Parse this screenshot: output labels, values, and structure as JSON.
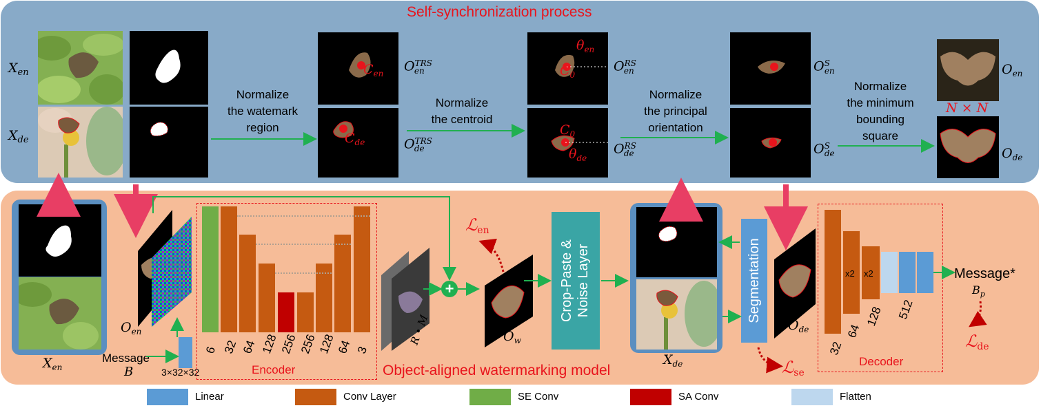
{
  "top": {
    "title": "Self-synchronization process",
    "labels": {
      "x_en": "X",
      "x_en_sub": "en",
      "x_de": "X",
      "x_de_sub": "de",
      "o_trs_en": "O",
      "o_trs_en_sup": "TRS",
      "o_trs_en_sub": "en",
      "o_trs_de": "O",
      "o_trs_de_sup": "TRS",
      "o_trs_de_sub": "de",
      "o_rs_en": "O",
      "o_rs_en_sup": "RS",
      "o_rs_en_sub": "en",
      "o_rs_de": "O",
      "o_rs_de_sup": "RS",
      "o_rs_de_sub": "de",
      "o_s_en": "O",
      "o_s_en_sup": "S",
      "o_s_en_sub": "en",
      "o_s_de": "O",
      "o_s_de_sup": "S",
      "o_s_de_sub": "de",
      "o_en": "O",
      "o_en_sub": "en",
      "o_de": "O",
      "o_de_sub": "de",
      "n_by_n": "N × N",
      "c_en": "C",
      "c_en_sub": "en",
      "c_de": "C",
      "c_de_sub": "de",
      "c0_en": "C",
      "c0_en_sub": "0",
      "c0_de": "C",
      "c0_de_sub": "0",
      "phi_en": "θ",
      "phi_en_sub": "en",
      "phi_de": "θ",
      "phi_de_sub": "de"
    },
    "steps": [
      [
        "Normalize",
        "the watemark",
        "region"
      ],
      [
        "Normalize",
        "the centroid"
      ],
      [
        "Normalize",
        "the principal",
        "orientation"
      ],
      [
        "Normalize",
        "the minimum",
        "bounding",
        "square"
      ]
    ]
  },
  "bottom": {
    "title": "Object-aligned watermarking model",
    "encoder_label": "Encoder",
    "decoder_label": "Decoder",
    "encoder_channels": [
      "6",
      "32",
      "64",
      "128",
      "256",
      "256",
      "128",
      "64",
      "3"
    ],
    "decoder_channels": [
      "32",
      "64",
      "128",
      "512"
    ],
    "decoder_x2": [
      "x2",
      "x2"
    ],
    "message_label": "Message",
    "message_symbol": "B",
    "message_size": "3×32×32",
    "message_out": "Message*",
    "message_out_symbol": "B",
    "message_out_symbol_sub": "p",
    "crop_paste": [
      "Crop-Paste &",
      "Noise Layer"
    ],
    "segmentation": "Segmentation",
    "r_m": "R • M",
    "o_en": "O",
    "o_en_sub": "en",
    "o_w": "O",
    "o_w_sub": "w",
    "o_de": "O",
    "o_de_sub": "de",
    "x_en": "X",
    "x_en_sub": "en",
    "x_de": "X",
    "x_de_sub": "de",
    "loss_en": "ℒ",
    "loss_en_sub": "en",
    "loss_se": "ℒ",
    "loss_se_sub": "se",
    "loss_de": "ℒ",
    "loss_de_sub": "de"
  },
  "legend": [
    {
      "label": "Linear",
      "color": "#5b9bd5"
    },
    {
      "label": "Conv Layer",
      "color": "#c55a11"
    },
    {
      "label": "SE Conv",
      "color": "#70ad47"
    },
    {
      "label": "SA Conv",
      "color": "#c00000"
    },
    {
      "label": "Flatten",
      "color": "#bdd7ee"
    }
  ]
}
